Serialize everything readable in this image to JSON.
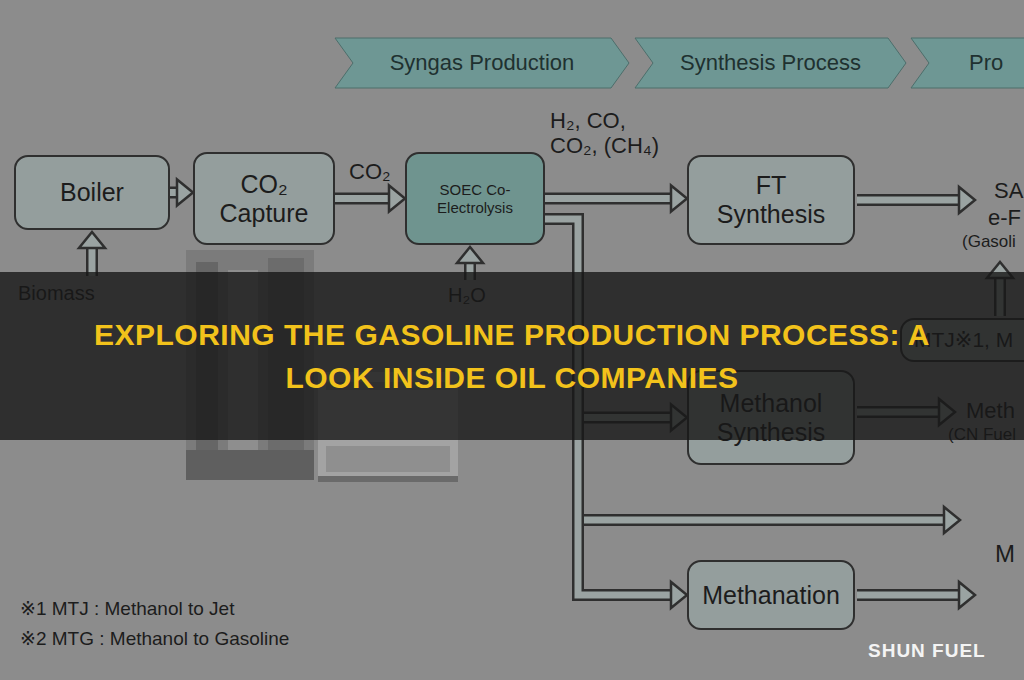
{
  "diagram": {
    "title": "EXPLORING THE GASOLINE PRODUCTION PROCESS: A LOOK INSIDE OIL COMPANIES",
    "nodes": [
      {
        "text": [
          "Syngas Production"
        ]
      },
      {
        "text": [
          "Synthesis Process"
        ]
      },
      {
        "text": [
          "Pro"
        ]
      },
      {
        "text": [
          "Boiler"
        ]
      },
      {
        "text": [
          "CO₂ Capture"
        ]
      },
      {
        "text": [
          "SOEC Co-Electrolysis"
        ]
      },
      {
        "text": [
          "FT Synthesis"
        ]
      },
      {
        "text": [
          "MTJ※1, M"
        ]
      },
      {
        "text": [
          "Methanol Synthesis"
        ]
      },
      {
        "text": [
          "Methanation"
        ]
      }
    ],
    "edges": [
      {
        "from": 3,
        "to": 4,
        "arrow": "to"
      },
      {
        "from": 4,
        "to": 5,
        "label": "CO₂",
        "arrow": "to"
      },
      {
        "from": 5,
        "to": 6,
        "arrow": "to"
      },
      {
        "from": 5,
        "to": 8,
        "arrow": "to"
      },
      {
        "from": 5,
        "to": 9,
        "arrow": "to"
      }
    ],
    "labels": [
      "H₂, CO, CO₂, (CH₄)",
      "Biomass",
      "H₂O",
      "SA",
      "e-F",
      "(Gasoli",
      "Meth",
      "(CN Fuel",
      "M",
      "※1 MTJ : Methanol to Jet",
      "※2 MTG : Methanol to Gasoline",
      "SHUN FUEL"
    ]
  }
}
